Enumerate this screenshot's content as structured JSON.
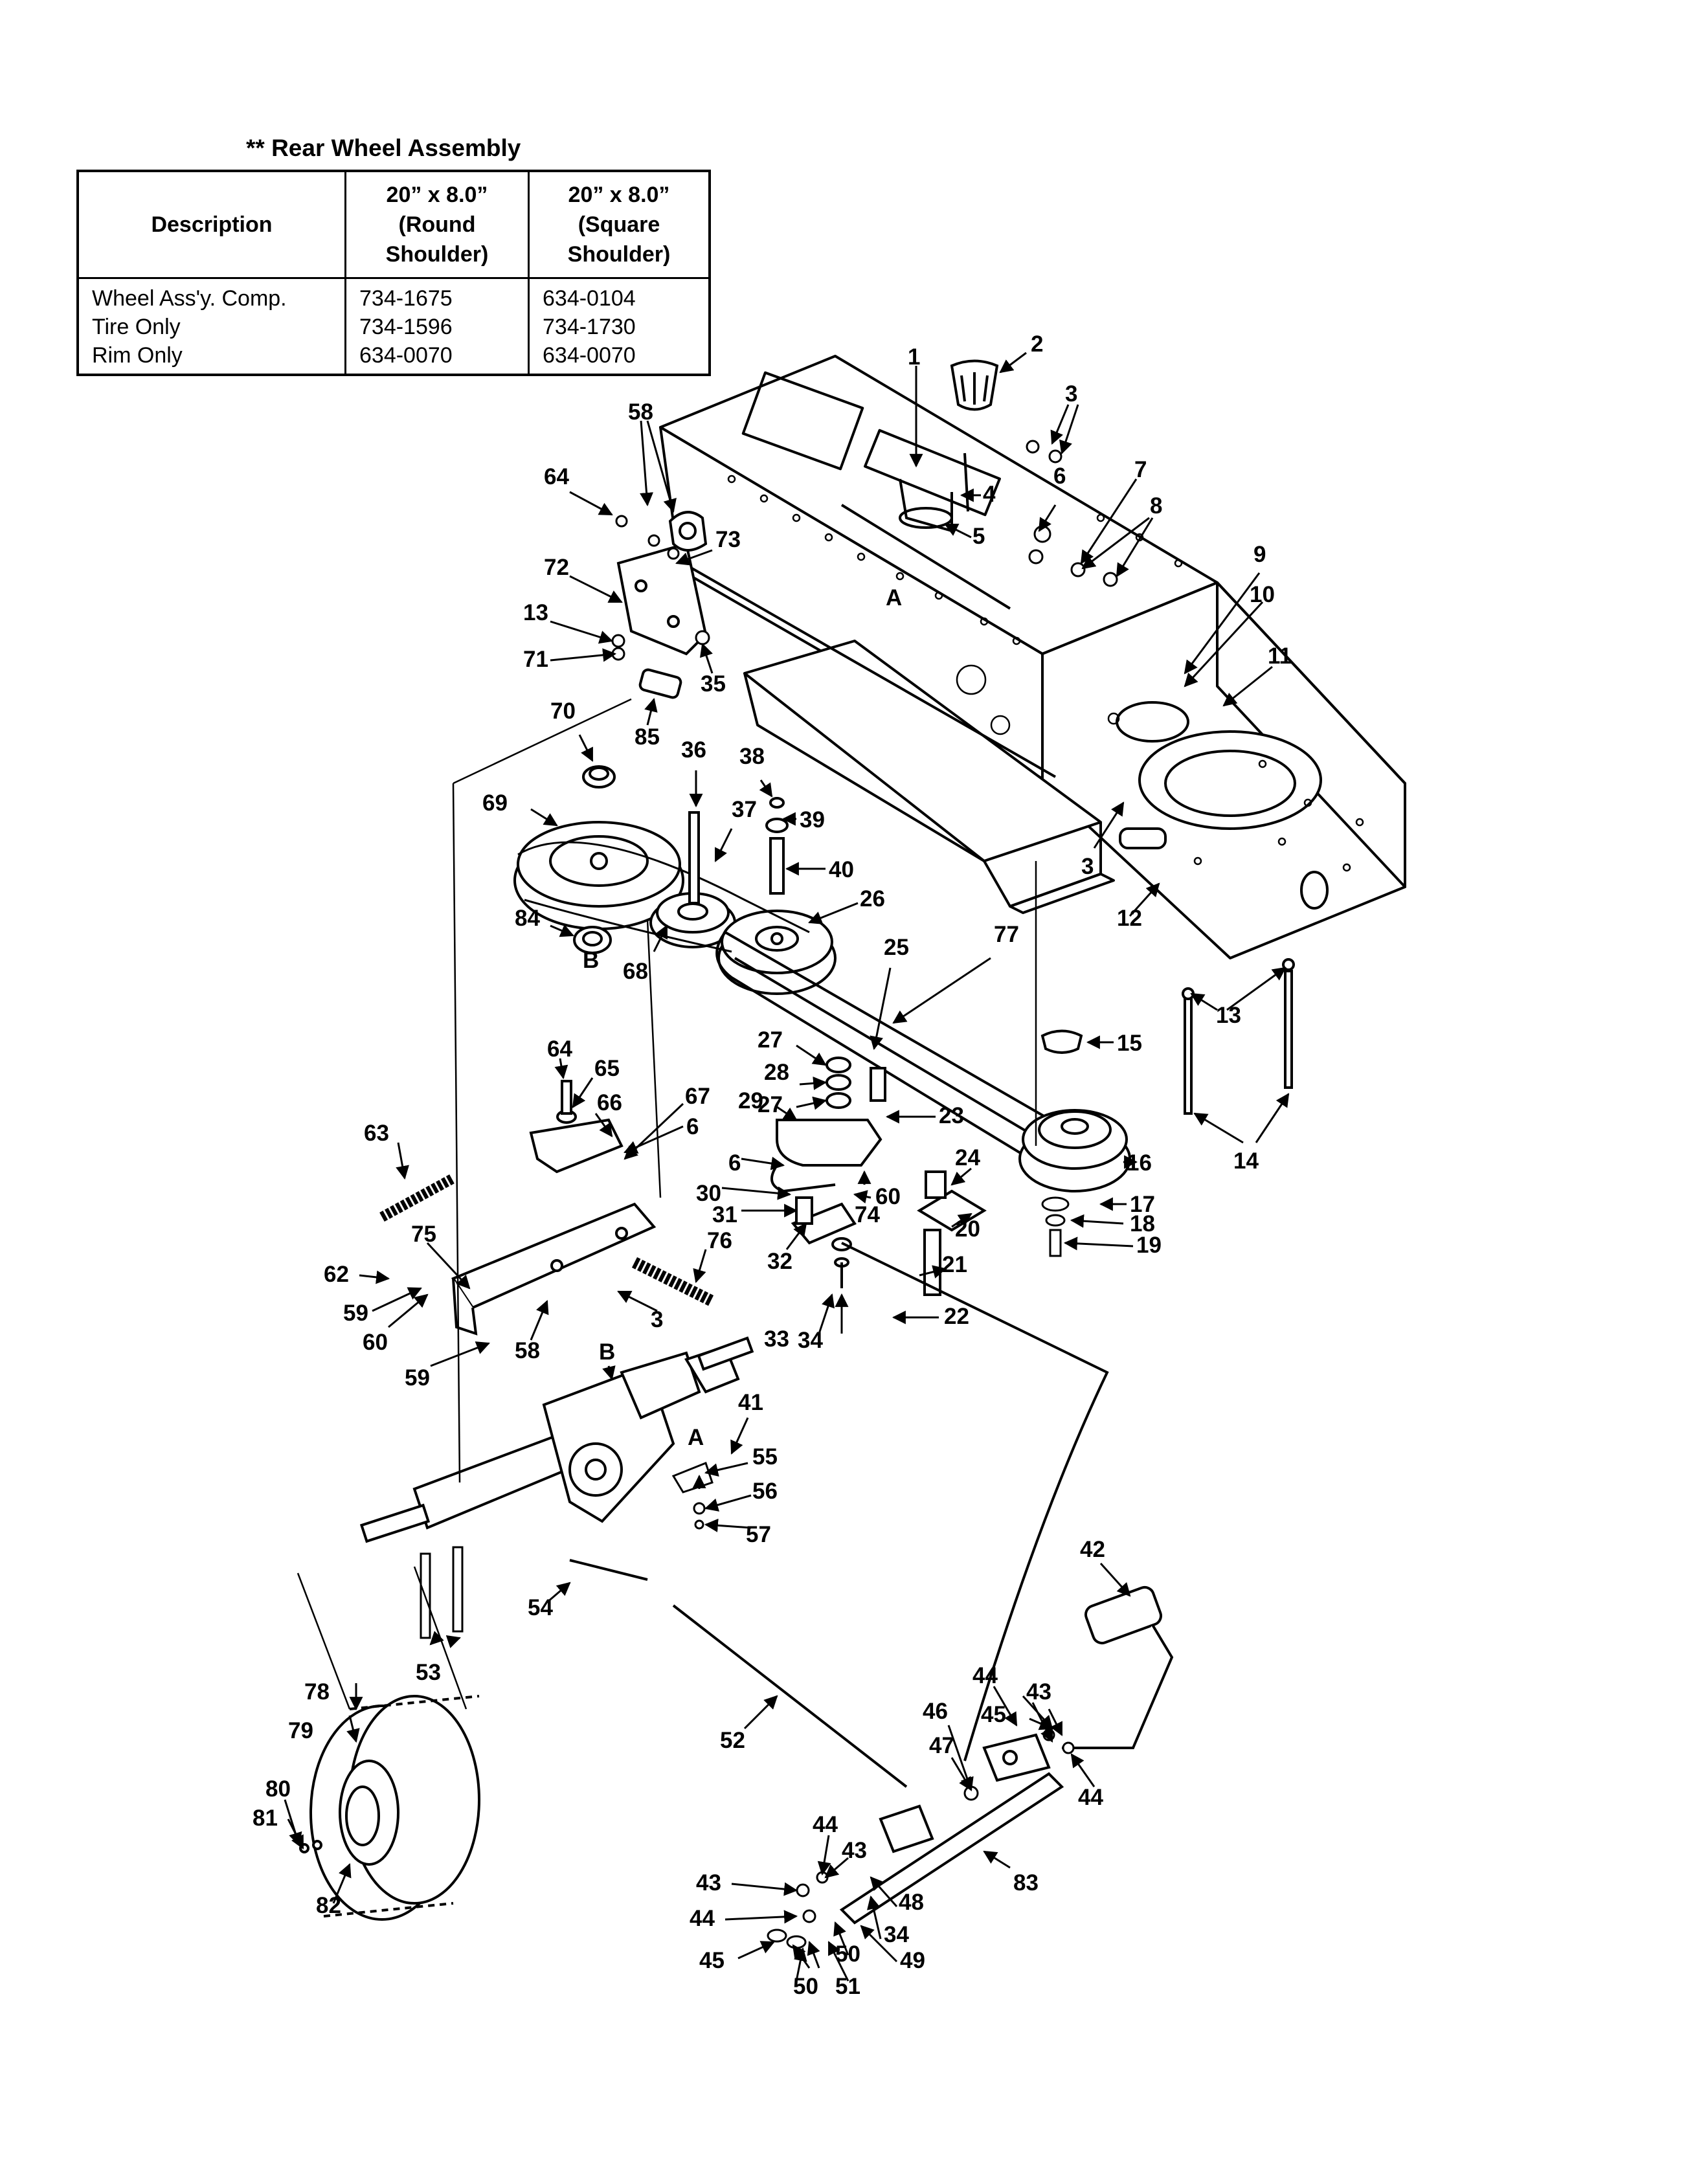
{
  "table": {
    "title": "** Rear Wheel Assembly",
    "headers": [
      "Description",
      "20” x 8.0” (Round Shoulder)",
      "20” x 8.0” (Square Shoulder)"
    ],
    "rows": [
      [
        "Wheel Ass'y. Comp.",
        "734-1675",
        "634-0104"
      ],
      [
        "Tire Only",
        "734-1596",
        "734-1730"
      ],
      [
        "Rim Only",
        "634-0070",
        "634-0070"
      ]
    ]
  },
  "callouts": [
    {
      "id": "c1",
      "text": "1"
    },
    {
      "id": "c2",
      "text": "2"
    },
    {
      "id": "c3a",
      "text": "3"
    },
    {
      "id": "c4",
      "text": "4"
    },
    {
      "id": "c5",
      "text": "5"
    },
    {
      "id": "c6a",
      "text": "6"
    },
    {
      "id": "c7",
      "text": "7"
    },
    {
      "id": "c8",
      "text": "8"
    },
    {
      "id": "c9",
      "text": "9"
    },
    {
      "id": "c10",
      "text": "10"
    },
    {
      "id": "c11",
      "text": "11"
    },
    {
      "id": "c58a",
      "text": "58"
    },
    {
      "id": "c64a",
      "text": "64"
    },
    {
      "id": "c73",
      "text": "73"
    },
    {
      "id": "c72",
      "text": "72"
    },
    {
      "id": "c13a",
      "text": "13"
    },
    {
      "id": "c71",
      "text": "71"
    },
    {
      "id": "c35",
      "text": "35"
    },
    {
      "id": "cA1",
      "text": "A"
    },
    {
      "id": "c85",
      "text": "85"
    },
    {
      "id": "c70",
      "text": "70"
    },
    {
      "id": "c36",
      "text": "36"
    },
    {
      "id": "c38",
      "text": "38"
    },
    {
      "id": "c37",
      "text": "37"
    },
    {
      "id": "c39",
      "text": "39"
    },
    {
      "id": "c69",
      "text": "69"
    },
    {
      "id": "c40",
      "text": "40"
    },
    {
      "id": "c26",
      "text": "26"
    },
    {
      "id": "c3b",
      "text": "3"
    },
    {
      "id": "c12",
      "text": "12"
    },
    {
      "id": "c84",
      "text": "84"
    },
    {
      "id": "cB1",
      "text": "B"
    },
    {
      "id": "c68",
      "text": "68"
    },
    {
      "id": "c25",
      "text": "25"
    },
    {
      "id": "c77",
      "text": "77"
    },
    {
      "id": "c13b",
      "text": "13"
    },
    {
      "id": "c15",
      "text": "15"
    },
    {
      "id": "c27a",
      "text": "27"
    },
    {
      "id": "c28",
      "text": "28"
    },
    {
      "id": "c27b",
      "text": "27"
    },
    {
      "id": "c64b",
      "text": "64"
    },
    {
      "id": "c65",
      "text": "65"
    },
    {
      "id": "c66",
      "text": "66"
    },
    {
      "id": "c67",
      "text": "67"
    },
    {
      "id": "c6b",
      "text": "6"
    },
    {
      "id": "c29",
      "text": "29"
    },
    {
      "id": "c23",
      "text": "23"
    },
    {
      "id": "c63",
      "text": "63"
    },
    {
      "id": "c6c",
      "text": "6"
    },
    {
      "id": "c16",
      "text": "16"
    },
    {
      "id": "c14",
      "text": "14"
    },
    {
      "id": "c24",
      "text": "24"
    },
    {
      "id": "c60a",
      "text": "60"
    },
    {
      "id": "c30",
      "text": "30"
    },
    {
      "id": "c31",
      "text": "31"
    },
    {
      "id": "c74",
      "text": "74"
    },
    {
      "id": "c20",
      "text": "20"
    },
    {
      "id": "c17",
      "text": "17"
    },
    {
      "id": "c18",
      "text": "18"
    },
    {
      "id": "c19",
      "text": "19"
    },
    {
      "id": "c75",
      "text": "75"
    },
    {
      "id": "c76",
      "text": "76"
    },
    {
      "id": "c32",
      "text": "32"
    },
    {
      "id": "c21",
      "text": "21"
    },
    {
      "id": "c62",
      "text": "62"
    },
    {
      "id": "c59a",
      "text": "59"
    },
    {
      "id": "c3c",
      "text": "3"
    },
    {
      "id": "c22",
      "text": "22"
    },
    {
      "id": "c33",
      "text": "33"
    },
    {
      "id": "c34a",
      "text": "34"
    },
    {
      "id": "c60b",
      "text": "60"
    },
    {
      "id": "c58b",
      "text": "58"
    },
    {
      "id": "cB2",
      "text": "B"
    },
    {
      "id": "c59b",
      "text": "59"
    },
    {
      "id": "c41",
      "text": "41"
    },
    {
      "id": "cA2",
      "text": "A"
    },
    {
      "id": "c55",
      "text": "55"
    },
    {
      "id": "c56",
      "text": "56"
    },
    {
      "id": "c57",
      "text": "57"
    },
    {
      "id": "c42",
      "text": "42"
    },
    {
      "id": "c54",
      "text": "54"
    },
    {
      "id": "c53",
      "text": "53"
    },
    {
      "id": "c78",
      "text": "78"
    },
    {
      "id": "c79",
      "text": "79"
    },
    {
      "id": "c52",
      "text": "52"
    },
    {
      "id": "c44a",
      "text": "44"
    },
    {
      "id": "c43a",
      "text": "43"
    },
    {
      "id": "c46",
      "text": "46"
    },
    {
      "id": "c45a",
      "text": "45"
    },
    {
      "id": "c47",
      "text": "47"
    },
    {
      "id": "c44b",
      "text": "44"
    },
    {
      "id": "c80",
      "text": "80"
    },
    {
      "id": "c81",
      "text": "81"
    },
    {
      "id": "c44c",
      "text": "44"
    },
    {
      "id": "c43b",
      "text": "43"
    },
    {
      "id": "c83",
      "text": "83"
    },
    {
      "id": "c43c",
      "text": "43"
    },
    {
      "id": "c44d",
      "text": "44"
    },
    {
      "id": "c48",
      "text": "48"
    },
    {
      "id": "c34b",
      "text": "34"
    },
    {
      "id": "c50a",
      "text": "50"
    },
    {
      "id": "c49",
      "text": "49"
    },
    {
      "id": "c45b",
      "text": "45"
    },
    {
      "id": "c50b",
      "text": "50"
    },
    {
      "id": "c51",
      "text": "51"
    },
    {
      "id": "c82",
      "text": "82"
    }
  ]
}
